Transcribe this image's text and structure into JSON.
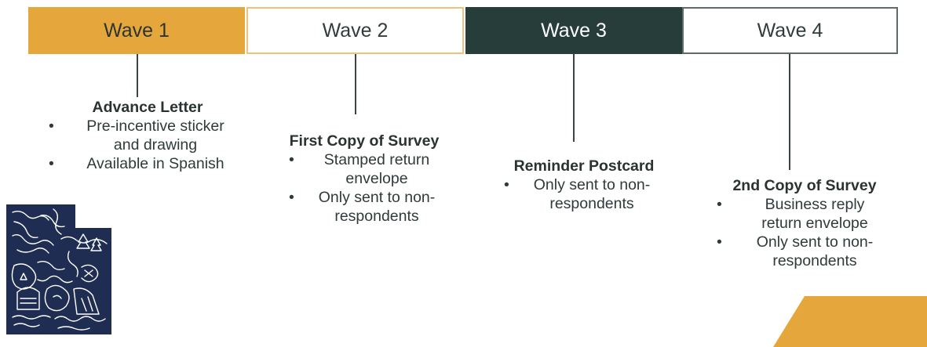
{
  "waves": [
    {
      "label": "Wave 1"
    },
    {
      "label": "Wave 2"
    },
    {
      "label": "Wave 3"
    },
    {
      "label": "Wave 4"
    }
  ],
  "steps": [
    {
      "title": "Advance Letter",
      "bullets": [
        [
          "Pre-incentive sticker",
          "and drawing"
        ],
        [
          "Available in Spanish"
        ]
      ]
    },
    {
      "title": "First Copy of Survey",
      "bullets": [
        [
          "Stamped return",
          "envelope"
        ],
        [
          "Only sent to non-",
          "respondents"
        ]
      ]
    },
    {
      "title": "Reminder Postcard",
      "bullets": [
        [
          "Only sent to non-",
          "respondents"
        ]
      ]
    },
    {
      "title": "2nd Copy of Survey",
      "bullets": [
        [
          "Business reply",
          "return envelope"
        ],
        [
          "Only sent to non-",
          "respondents"
        ]
      ]
    }
  ],
  "colors": {
    "gold": "#e5a73b",
    "dark_teal": "#263d3a",
    "navy": "#1f2d52",
    "text": "#2f3b3a"
  },
  "icons": {
    "logo": "utah-state-map-logo-icon",
    "bullet": "bullet-icon"
  }
}
